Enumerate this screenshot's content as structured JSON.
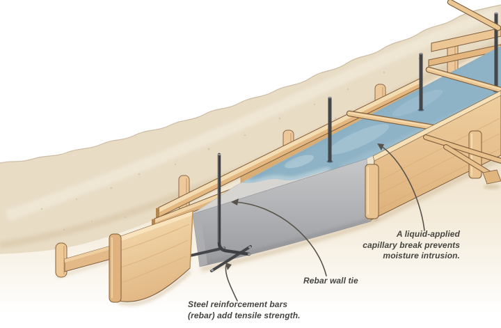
{
  "figure": {
    "labels": {
      "rebar_wall_tie": "Rebar wall tie",
      "steel_reinforcement": {
        "line1": "Steel reinforcement bars",
        "line2": "(rebar) add tensile strength."
      },
      "capillary_break": {
        "line1": "A liquid-applied",
        "line2": "capillary break prevents",
        "line3": "moisture intrusion."
      }
    },
    "colors": {
      "capillary_break_blue": "#8fb3c6",
      "concrete_gray": "#c2c3c5",
      "wood": "#edcb9c",
      "soil": "#e8dcc5",
      "rebar": "#46474b",
      "label_text": "#454440"
    }
  }
}
